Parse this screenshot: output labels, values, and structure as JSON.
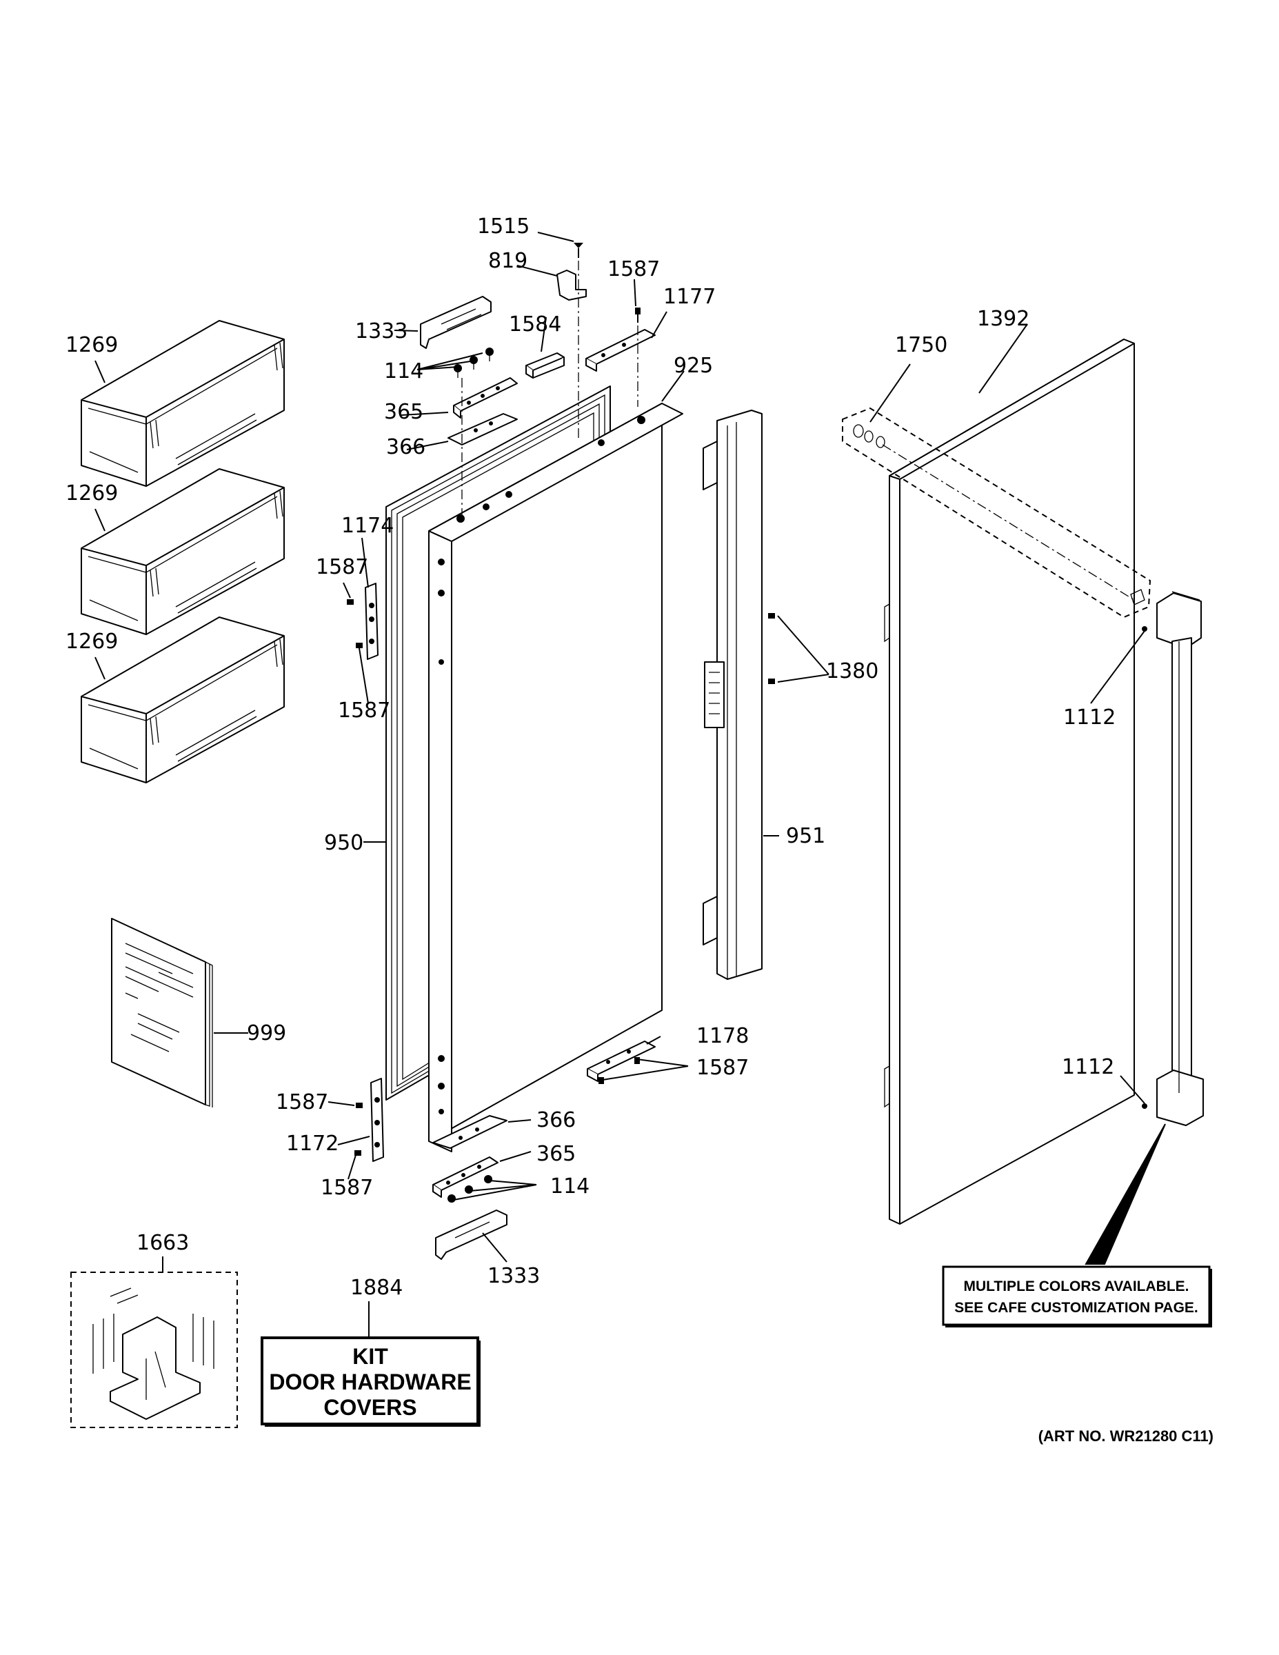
{
  "callouts": {
    "c1515": "1515",
    "c819": "819",
    "c1587_top": "1587",
    "c1177": "1177",
    "c1333_top": "1333",
    "c1584": "1584",
    "c114_top": "114",
    "c925": "925",
    "c365_top": "365",
    "c366_top": "366",
    "c1392": "1392",
    "c1750": "1750",
    "c1269_a": "1269",
    "c1269_b": "1269",
    "c1269_c": "1269",
    "c1174": "1174",
    "c1587_l1": "1587",
    "c1587_l2": "1587",
    "c1380": "1380",
    "c1112_top": "1112",
    "c950": "950",
    "c951": "951",
    "c999": "999",
    "c1178": "1178",
    "c1587_r": "1587",
    "c1112_bot": "1112",
    "c1587_b1": "1587",
    "c366_bot": "366",
    "c1172": "1172",
    "c365_bot": "365",
    "c1587_b2": "1587",
    "c114_bot": "114",
    "c1333_bot": "1333",
    "c1663": "1663",
    "c1884": "1884"
  },
  "kit_box": {
    "line1": "KIT",
    "line2": "DOOR HARDWARE",
    "line3": "COVERS"
  },
  "note_box": {
    "line1": "MULTIPLE COLORS AVAILABLE.",
    "line2": "SEE CAFE CUSTOMIZATION PAGE."
  },
  "art_no": "(ART NO. WR21280 C11)"
}
